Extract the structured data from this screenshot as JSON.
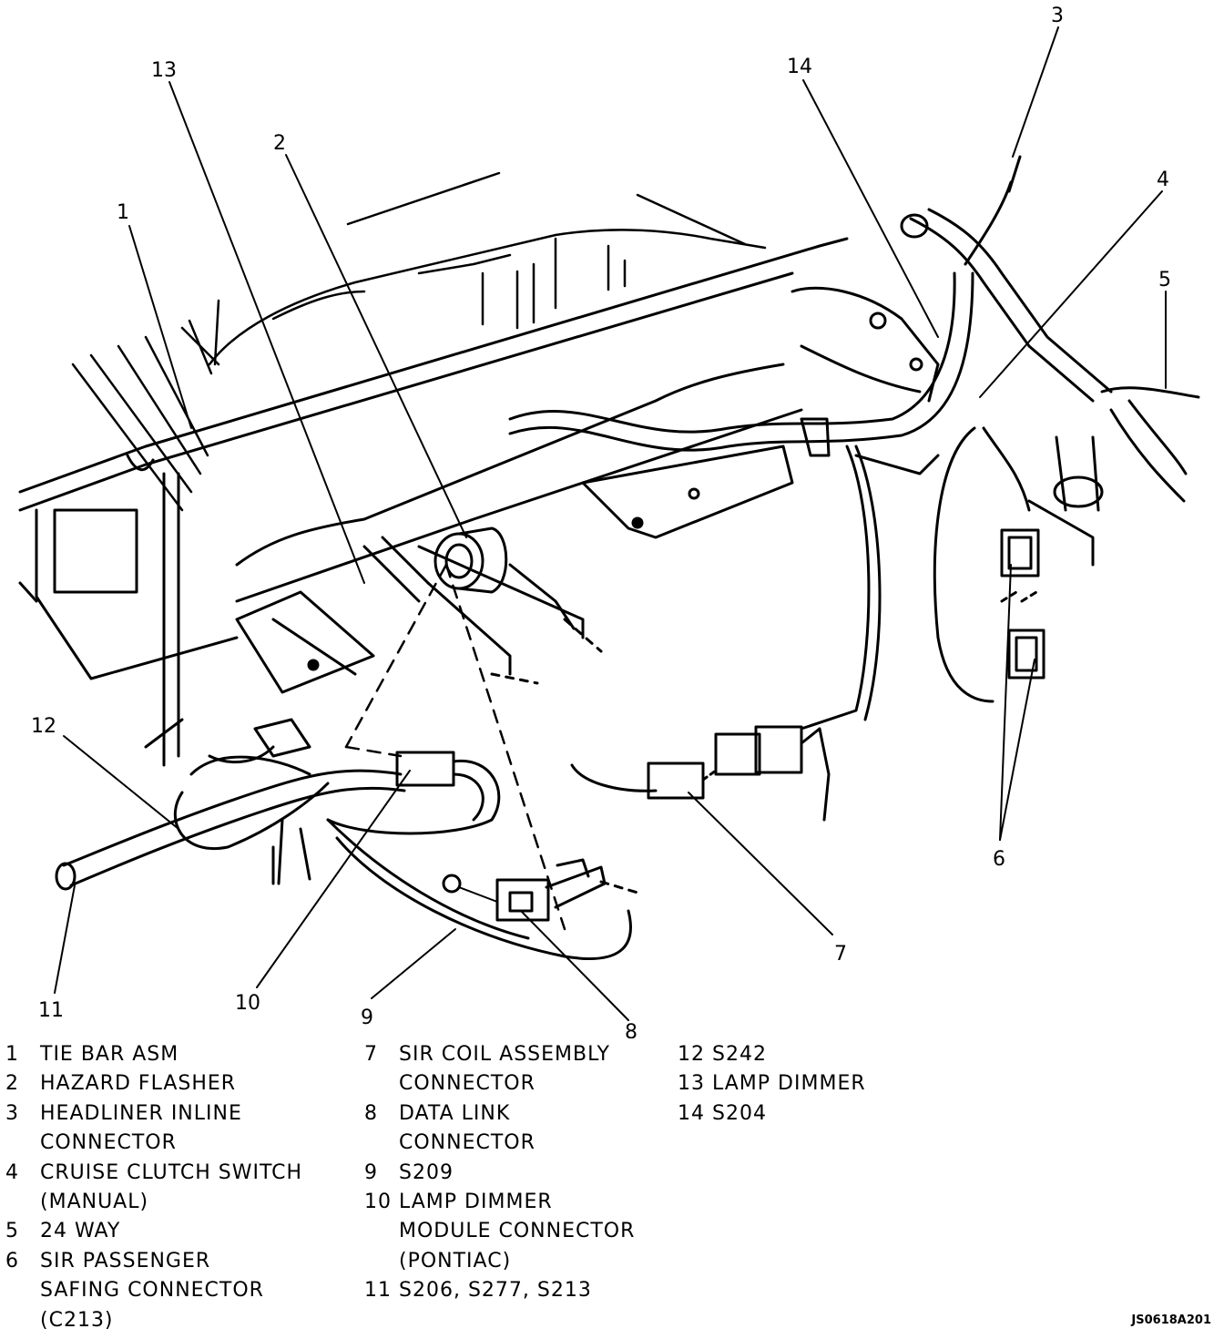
{
  "callouts": {
    "c1": "1",
    "c2": "2",
    "c3": "3",
    "c4": "4",
    "c5": "5",
    "c6": "6",
    "c7": "7",
    "c8": "8",
    "c9": "9",
    "c10": "10",
    "c11": "11",
    "c12": "12",
    "c13": "13",
    "c14": "14"
  },
  "legend": {
    "col1": [
      {
        "num": "1",
        "lines": [
          "TIE BAR ASM"
        ]
      },
      {
        "num": "2",
        "lines": [
          "HAZARD FLASHER"
        ]
      },
      {
        "num": "3",
        "lines": [
          "HEADLINER INLINE",
          "CONNECTOR"
        ]
      },
      {
        "num": "4",
        "lines": [
          "CRUISE CLUTCH SWITCH",
          "(MANUAL)"
        ]
      },
      {
        "num": "5",
        "lines": [
          "24 WAY"
        ]
      },
      {
        "num": "6",
        "lines": [
          "SIR PASSENGER",
          "SAFING CONNECTOR",
          "(C213)"
        ]
      }
    ],
    "col2": [
      {
        "num": "7",
        "lines": [
          "SIR COIL ASSEMBLY",
          "CONNECTOR"
        ]
      },
      {
        "num": "8",
        "lines": [
          "DATA LINK",
          "CONNECTOR"
        ]
      },
      {
        "num": "9",
        "lines": [
          "S209"
        ]
      },
      {
        "num": "10",
        "lines": [
          "LAMP DIMMER",
          "MODULE CONNECTOR",
          "(PONTIAC)"
        ]
      },
      {
        "num": "11",
        "lines": [
          "S206, S277, S213"
        ]
      }
    ],
    "col3": [
      {
        "num": "12",
        "lines": [
          "S242"
        ]
      },
      {
        "num": "13",
        "lines": [
          "LAMP DIMMER"
        ]
      },
      {
        "num": "14",
        "lines": [
          "S204"
        ]
      }
    ]
  },
  "reference_code": "JS0618A201"
}
